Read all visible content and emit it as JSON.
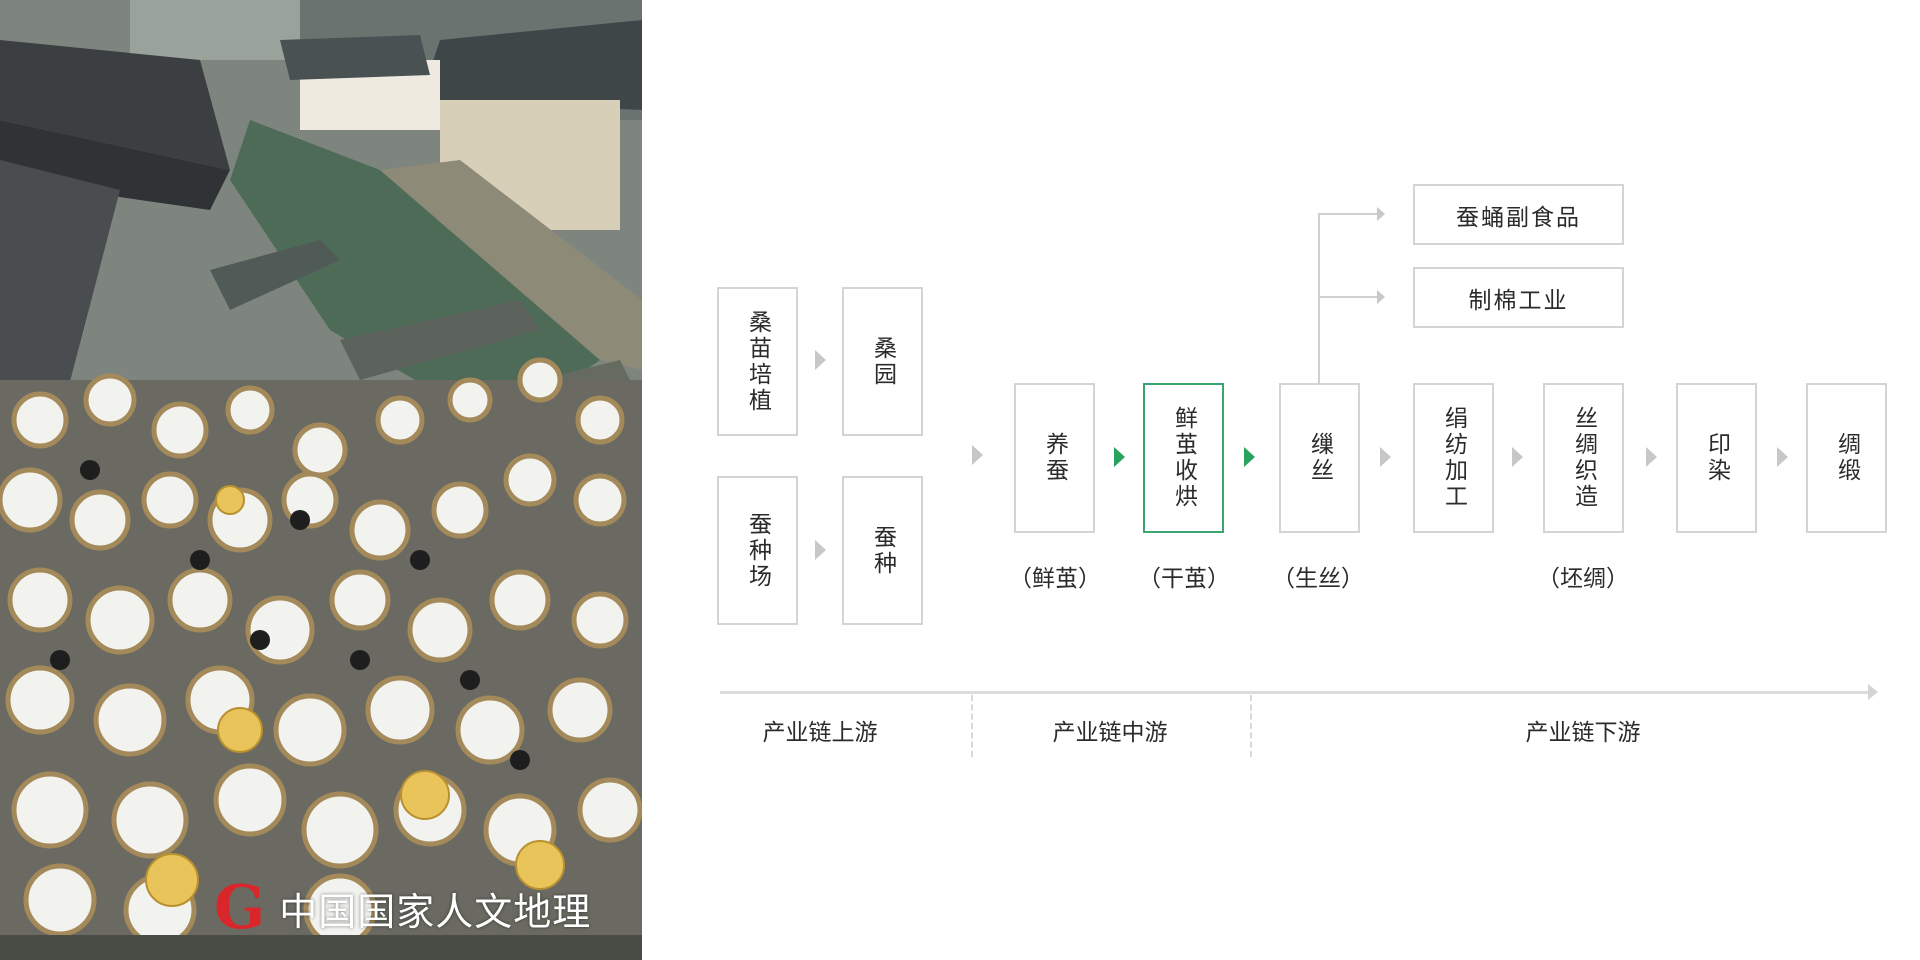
{
  "photo": {
    "description": "Aerial photo of a water-town canal market crowded with baskets of silkworm cocoons",
    "watermark_logo": "G",
    "watermark_text": "中国国家人文地理"
  },
  "diagram": {
    "title": "Silk industry chain",
    "upstream": {
      "rows": [
        {
          "from": "桑苗培植",
          "to": "桑园"
        },
        {
          "from": "蚕种场",
          "to": "蚕种"
        }
      ]
    },
    "main_chain": [
      {
        "label": "养蚕",
        "product": "（鲜茧）",
        "highlight": false
      },
      {
        "label": "鲜茧收烘",
        "product": "（干茧）",
        "highlight": true
      },
      {
        "label": "缫丝",
        "product": "（生丝）",
        "highlight": false
      },
      {
        "label": "绢纺加工",
        "product": "",
        "highlight": false
      },
      {
        "label": "丝绸织造",
        "product": "（坯绸）",
        "highlight": false
      },
      {
        "label": "印染",
        "product": "",
        "highlight": false
      },
      {
        "label": "绸缎",
        "product": "",
        "highlight": false
      }
    ],
    "branches": [
      {
        "label": "蚕蛹副食品"
      },
      {
        "label": "制棉工业"
      }
    ],
    "timeline": {
      "stages": [
        {
          "label": "产业链上游"
        },
        {
          "label": "产业链中游"
        },
        {
          "label": "产业链下游"
        }
      ]
    },
    "colors": {
      "box_border": "#d4d4d4",
      "highlight_border": "#3aa571",
      "highlight_arrow": "#27a35d",
      "arrow_gray": "#c7c7c7",
      "text": "#2b2b2b"
    }
  }
}
